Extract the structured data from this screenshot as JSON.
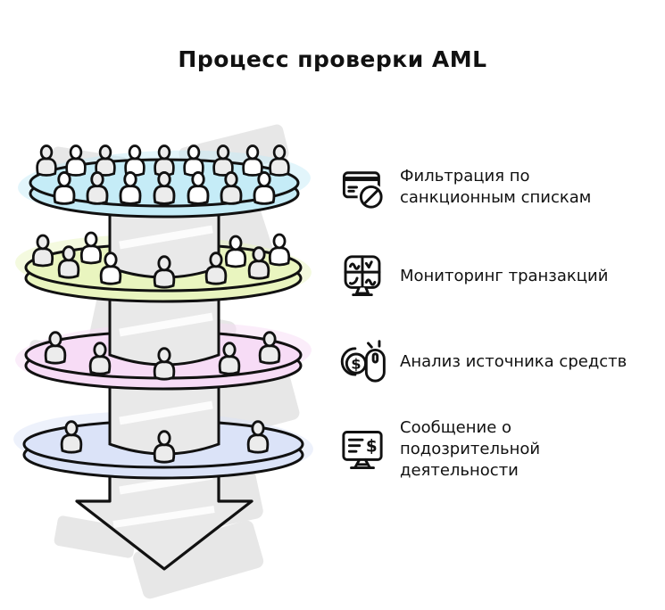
{
  "title": "Процесс проверки AML",
  "funnel": {
    "outline_color": "#111111",
    "column_color": "#e9e9e9",
    "arrow_color": "#e9e9e9",
    "stages": [
      {
        "color": "#c5ecf7",
        "people": 16
      },
      {
        "color": "#e9f5bf",
        "people": 9
      },
      {
        "color": "#f7dcf6",
        "people": 5
      },
      {
        "color": "#dbe3f8",
        "people": 3
      }
    ]
  },
  "legend": {
    "items": [
      {
        "icon": "sanctions-card-blocked-icon",
        "label": "Фильтрация по санкционным спискам"
      },
      {
        "icon": "transaction-monitor-icon",
        "label": "Мониторинг транзакций"
      },
      {
        "icon": "funds-source-coin-mouse-icon",
        "label": "Анализ источника средств",
        "icon_glyph": "$"
      },
      {
        "icon": "suspicious-activity-report-icon",
        "label": "Сообщение о подозрительной деятельности",
        "icon_glyph": "$"
      }
    ]
  }
}
